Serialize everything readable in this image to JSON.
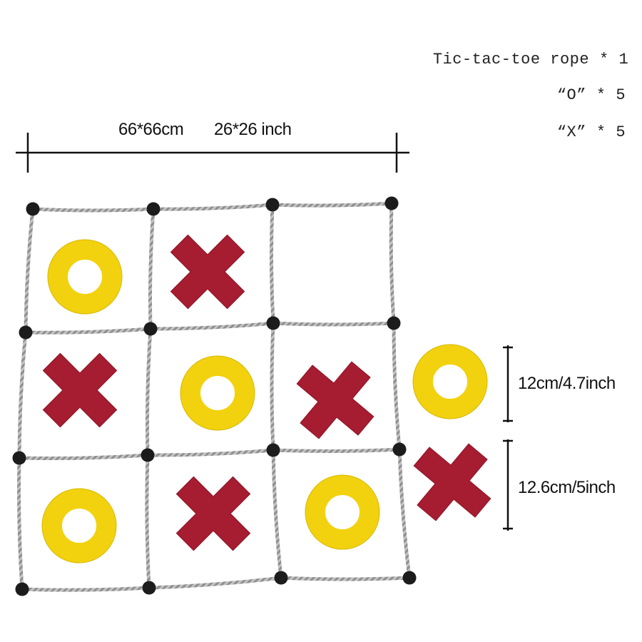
{
  "contents": {
    "rope": {
      "label": "Tic-tac-toe rope",
      "qty": "* 1"
    },
    "o_piece": {
      "label": "“O”",
      "qty": "* 5"
    },
    "x_piece": {
      "label": "“X”",
      "qty": "* 5"
    }
  },
  "dimensions": {
    "board_cm": "66*66cm",
    "board_inch": "26*26 inch",
    "o_size": "12cm/4.7inch",
    "x_size": "12.6cm/5inch"
  },
  "colors": {
    "o_piece": "#f2d20f",
    "x_piece": "#a61c30",
    "rope": "#b5b5b5",
    "knot": "#1c1c1c",
    "dimension_line": "#111111"
  },
  "board": {
    "grid": [
      [
        "O",
        "X",
        ""
      ],
      [
        "X",
        "O",
        "X"
      ],
      [
        "O",
        "X",
        "O"
      ]
    ],
    "spare_pieces": [
      "O",
      "X"
    ]
  }
}
